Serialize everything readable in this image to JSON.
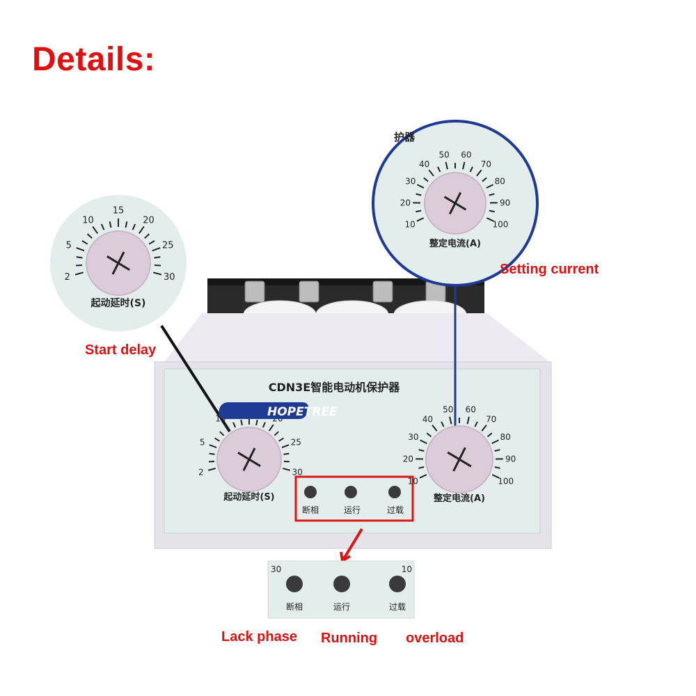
{
  "heading": "Details:",
  "callouts": {
    "start_delay": "Start delay",
    "setting_current": "Setting current",
    "lack_phase": "Lack phase",
    "running": "Running",
    "overload": "overload"
  },
  "device": {
    "model_title": "CDN3E智能电动机保护器",
    "brand": "HOPETREE",
    "delay_dial": {
      "label": "起动延时(S)",
      "ticks": [
        "2",
        "5",
        "10",
        "15",
        "20",
        "25",
        "30"
      ]
    },
    "current_dial": {
      "label": "整定电流(A)",
      "ticks": [
        "10",
        "20",
        "30",
        "40",
        "50",
        "60",
        "70",
        "80",
        "90",
        "100"
      ]
    },
    "indicators": [
      "断相",
      "运行",
      "过载"
    ],
    "zoom_current_header": "护器",
    "zoom_strip_left": "30",
    "zoom_strip_right": "10"
  },
  "colors": {
    "callout_red": "#e01010",
    "highlight_red": "#d81818",
    "current_ring_blue": "#1f3a93",
    "panel_face": "#e3eeec",
    "housing": "#e9e6ec",
    "knob": "#dccbd8"
  }
}
